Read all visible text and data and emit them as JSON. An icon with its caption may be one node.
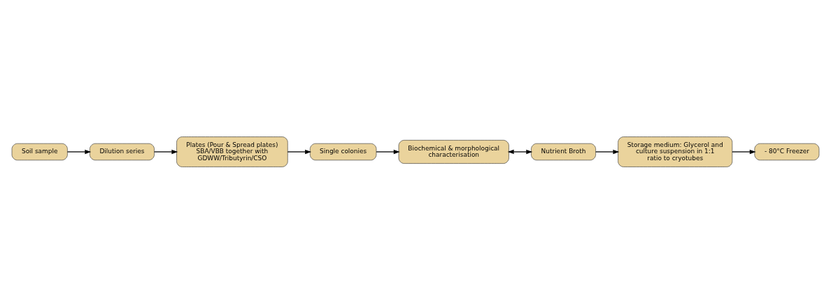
{
  "diagram": {
    "nodes": [
      {
        "text": [
          "Soil sample"
        ]
      },
      {
        "text": [
          "Dilution series"
        ]
      },
      {
        "text": [
          "Plates (Pour & Spread plates) SBA/VBB together with GDWW/Tributyrin/CSO"
        ]
      },
      {
        "text": [
          "Single colonies"
        ]
      },
      {
        "text": [
          "Biochemical & morphological characterisation"
        ]
      },
      {
        "text": [
          "Nutrient Broth"
        ]
      },
      {
        "text": [
          "Storage medium: Glycerol and culture suspension in 1:1 ratio to cryotubes"
        ]
      },
      {
        "text": [
          "- 80°C Freezer"
        ]
      }
    ],
    "edges": [
      {
        "from": 0,
        "to": 1,
        "arrow": "to"
      },
      {
        "from": 1,
        "to": 2,
        "arrow": "to"
      },
      {
        "from": 2,
        "to": 3,
        "arrow": "to"
      },
      {
        "from": 3,
        "to": 4,
        "arrow": "to"
      },
      {
        "from": 4,
        "to": 5,
        "arrow": "both"
      },
      {
        "from": 5,
        "to": 6,
        "arrow": "to"
      },
      {
        "from": 6,
        "to": 7,
        "arrow": "to"
      }
    ]
  }
}
